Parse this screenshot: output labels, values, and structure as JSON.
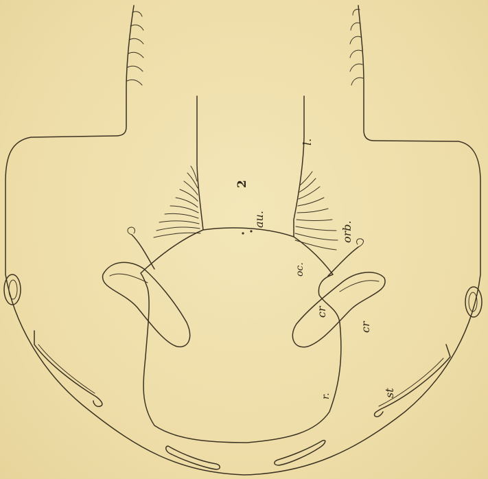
{
  "figure": {
    "number": "2",
    "labels": {
      "l": "l.",
      "au": "au.",
      "orb": "orb.",
      "oc": "oc.",
      "cr_inner": "cr",
      "cr_outer": "cr",
      "st": "st",
      "r": "r."
    }
  }
}
